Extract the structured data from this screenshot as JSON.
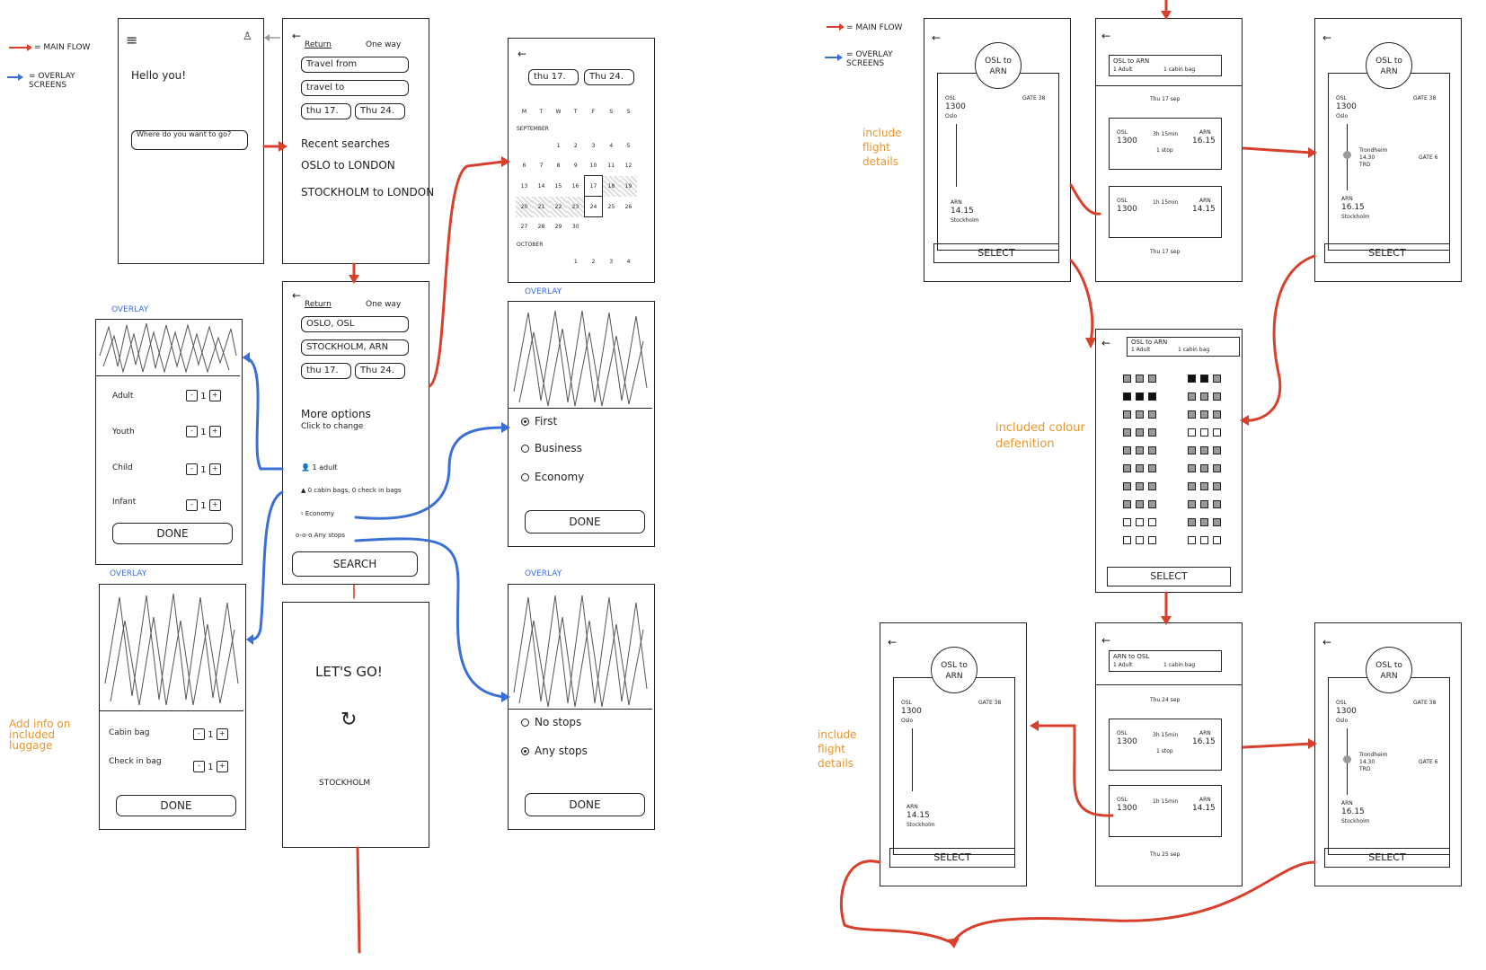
{
  "legend_left": {
    "main_flow": "= MAIN FLOW",
    "overlay": "= OVERLAY SCREENS"
  },
  "legend_right": {
    "main_flow": "= MAIN FLOW",
    "overlay": "= OVERLAY SCREENS"
  },
  "colors": {
    "main_flow": "#d9402b",
    "overlay": "#3b6fd8",
    "note": "#e8962c"
  },
  "home": {
    "menu_icon": "hamburger-icon",
    "user_icon": "user-icon",
    "greeting": "Hello you!",
    "search_placeholder": "Where do you want to go?"
  },
  "search1": {
    "return": "Return",
    "one_way": "One way",
    "from": "Travel from",
    "to": "travel to",
    "date1": "thu 17.",
    "date2": "Thu 24.",
    "recent_title": "Recent searches",
    "recent": [
      "OSLO to LONDON",
      "STOCKHOLM to LONDON"
    ]
  },
  "search2": {
    "return": "Return",
    "one_way": "One way",
    "from": "OSLO, OSL",
    "to": "STOCKHOLM, ARN",
    "date1": "thu 17.",
    "date2": "Thu 24.",
    "more_title": "More options",
    "more_sub": "Click to change",
    "passengers": "1 adult",
    "bags": "0 cabin bags, 0 check in bags",
    "class": "Economy",
    "stops": "Any stops",
    "search_btn": "SEARCH"
  },
  "calendar": {
    "date1": "thu 17.",
    "date2": "Thu 24.",
    "weekdays": [
      "M",
      "T",
      "W",
      "T",
      "F",
      "S",
      "S"
    ],
    "month1": "SEPTEMBER",
    "month2": "OCTOBER",
    "rows": [
      [
        "",
        "",
        "1",
        "2",
        "3",
        "4",
        "5"
      ],
      [
        "",
        "",
        "",
        "",
        "",
        "",
        ""
      ],
      [
        "6",
        "7",
        "8",
        "9",
        "10",
        "11",
        "12"
      ],
      [
        "13",
        "14",
        "15",
        "16",
        "17",
        "18",
        "19"
      ],
      [
        "20",
        "21",
        "22",
        "23",
        "24",
        "25",
        "26"
      ],
      [
        "27",
        "28",
        "29",
        "30",
        "",
        "",
        ""
      ]
    ],
    "oct": [
      "1",
      "2",
      "3",
      "4"
    ]
  },
  "overlay_label": "OVERLAY",
  "pax_overlay": {
    "rows": [
      {
        "label": "Adult",
        "value": "1"
      },
      {
        "label": "Youth",
        "value": "1"
      },
      {
        "label": "Child",
        "value": "1"
      },
      {
        "label": "Infant",
        "value": "1"
      }
    ],
    "done": "DONE"
  },
  "class_overlay": {
    "options": [
      "First",
      "Business",
      "Economy"
    ],
    "selected": "First",
    "done": "DONE"
  },
  "bag_overlay": {
    "rows": [
      {
        "label": "Cabin bag",
        "value": "1"
      },
      {
        "label": "Check in bag",
        "value": "1"
      }
    ],
    "done": "DONE"
  },
  "stops_overlay": {
    "options": [
      "No stops",
      "Any stops"
    ],
    "selected": "Any stops",
    "done": "DONE"
  },
  "loading": {
    "title": "LET'S GO!",
    "city": "STOCKHOLM"
  },
  "notes": {
    "add_info": "Add info on included luggage",
    "flight_details": "include flight details",
    "colour": "included colour defenition"
  },
  "detail": {
    "circle": "OSL to ARN",
    "dep_code": "OSL",
    "dep_time": "1300",
    "dep_city": "Oslo",
    "gate": "GATE 38",
    "arr_code": "ARN",
    "arr_time": "14.15",
    "arr_city": "Stockholm",
    "select": "SELECT"
  },
  "detail_stop": {
    "circle": "OSL to ARN",
    "dep_code": "OSL",
    "dep_time": "1300",
    "dep_city": "Oslo",
    "gate": "GATE 38",
    "stop_name": "Trondheim",
    "stop_time": "14.30",
    "stop_code": "TRD",
    "gate2": "GATE 6",
    "arr_code": "ARN",
    "arr_time": "16.15",
    "arr_city": "Stockholm",
    "select": "SELECT"
  },
  "results_out": {
    "route": "OSL to ARN",
    "pax": "1 Adult",
    "bag": "1 cabin bag",
    "day1": "Thu 17 sep",
    "day2": "Thu 17 sep",
    "flights": [
      {
        "dep": "1300",
        "dep_code": "OSL",
        "arr": "16.15",
        "arr_code": "ARN",
        "dur": "3h 15min",
        "stops": "1 stop"
      },
      {
        "dep": "1300",
        "dep_code": "OSL",
        "arr": "14.15",
        "arr_code": "ARN",
        "dur": "1h 15min",
        "stops": ""
      }
    ]
  },
  "results_ret": {
    "route": "ARN to OSL",
    "pax": "1 Adult",
    "bag": "1 cabin bag",
    "day1": "Thu 24 sep",
    "day2": "Thu 25 sep",
    "flights": [
      {
        "dep": "1300",
        "dep_code": "OSL",
        "arr": "16.15",
        "arr_code": "ARN",
        "dur": "3h 15min",
        "stops": "1 stop"
      },
      {
        "dep": "1300",
        "dep_code": "OSL",
        "arr": "14.15",
        "arr_code": "ARN",
        "dur": "1h 15min",
        "stops": ""
      }
    ]
  },
  "seats": {
    "route": "OSL to ARN",
    "pax": "1 Adult",
    "bag": "1 cabin bag",
    "select": "SELECT",
    "rows": [
      [
        "mid",
        "mid",
        "mid",
        "full",
        "full",
        "mid"
      ],
      [
        "full",
        "full",
        "full",
        "mid",
        "mid",
        "mid"
      ],
      [
        "mid",
        "mid",
        "mid",
        "mid",
        "mid",
        "mid"
      ],
      [
        "mid",
        "mid",
        "mid",
        "empty",
        "empty",
        "empty"
      ],
      [
        "mid",
        "mid",
        "mid",
        "mid",
        "mid",
        "mid"
      ],
      [
        "mid",
        "mid",
        "mid",
        "mid",
        "mid",
        "mid"
      ],
      [
        "mid",
        "mid",
        "mid",
        "mid",
        "mid",
        "mid"
      ],
      [
        "mid",
        "mid",
        "mid",
        "mid",
        "mid",
        "mid"
      ],
      [
        "empty",
        "empty",
        "empty",
        "mid",
        "mid",
        "mid"
      ],
      [
        "empty",
        "empty",
        "empty",
        "empty",
        "empty",
        "empty"
      ]
    ]
  }
}
